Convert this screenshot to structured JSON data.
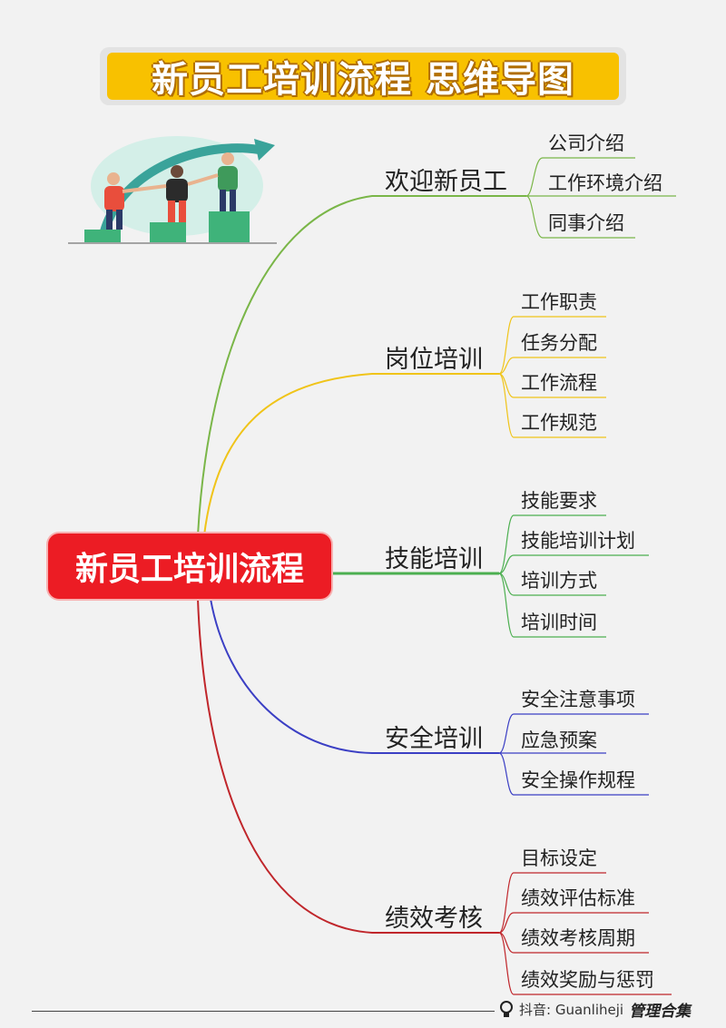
{
  "title": "新员工培训流程  思维导图",
  "central": "新员工培训流程",
  "branches": [
    {
      "label": "欢迎新员工",
      "color": "#7ab648",
      "items": [
        "公司介绍",
        "工作环境介绍",
        "同事介绍"
      ]
    },
    {
      "label": "岗位培训",
      "color": "#f0c419",
      "items": [
        "工作职责",
        "任务分配",
        "工作流程",
        "工作规范"
      ]
    },
    {
      "label": "技能培训",
      "color": "#4caf50",
      "items": [
        "技能要求",
        "技能培训计划",
        "培训方式",
        "培训时间"
      ]
    },
    {
      "label": "安全培训",
      "color": "#3b3fc4",
      "items": [
        "安全注意事项",
        "应急预案",
        "安全操作规程"
      ]
    },
    {
      "label": "绩效考核",
      "color": "#c0262b",
      "items": [
        "目标设定",
        "绩效评估标准",
        "绩效考核周期",
        "绩效奖励与惩罚"
      ]
    }
  ],
  "footer": {
    "platform": "抖音: Guanliheji",
    "brand": "管理合集"
  },
  "illustration": {
    "icon": "teamwork-climbing-illustration"
  },
  "footer_icon": "lightbulb-icon"
}
